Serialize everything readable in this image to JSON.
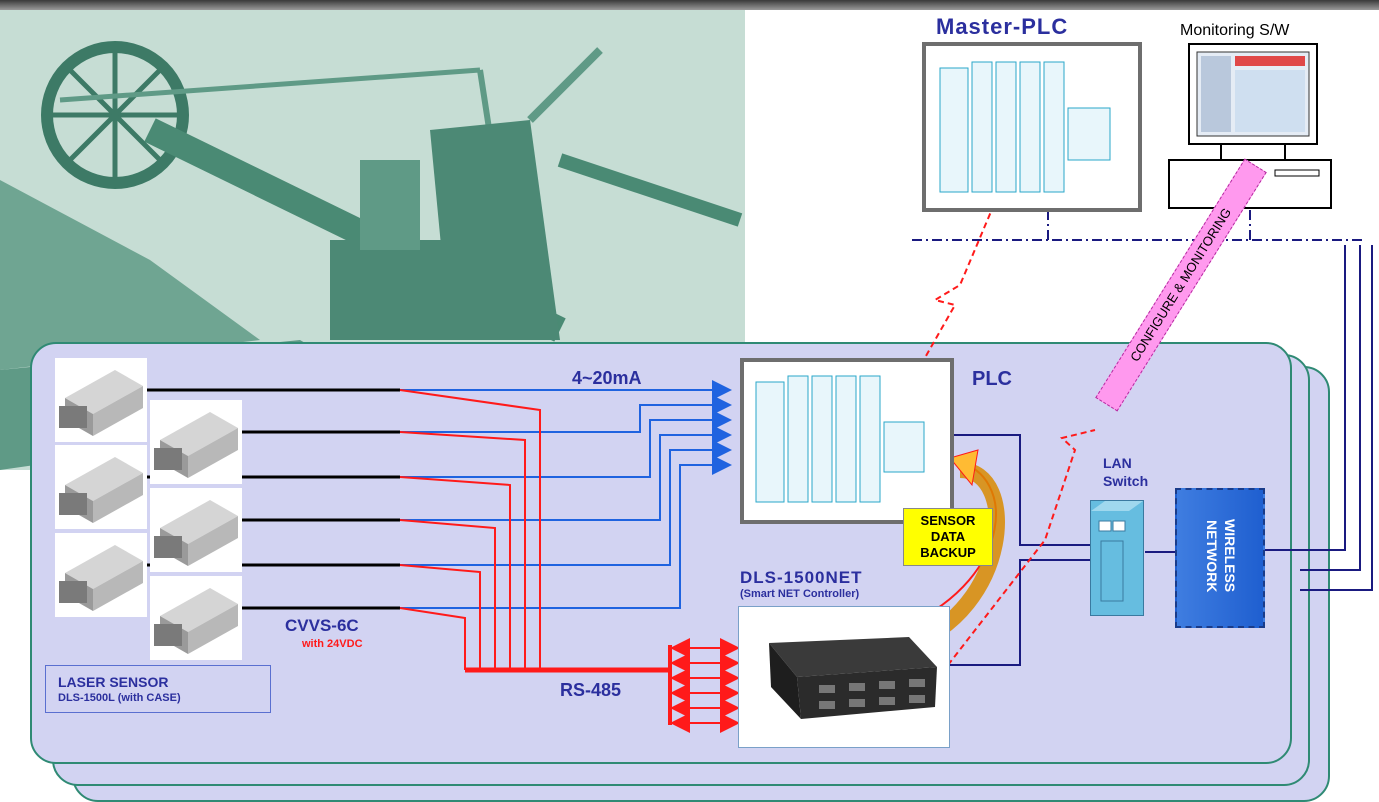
{
  "labels": {
    "master_plc": "Master-PLC",
    "monitoring_sw": "Monitoring S/W",
    "plc": "PLC",
    "signal_current": "4~20mA",
    "cable": "CVVS-6C",
    "cable_power": "with 24VDC",
    "rs485": "RS-485",
    "controller_name": "DLS-1500NET",
    "controller_desc": "(Smart NET Controller)",
    "sensor_backup": [
      "SENSOR",
      "DATA",
      "BACKUP"
    ],
    "lan_switch": [
      "LAN",
      "Switch"
    ],
    "wireless_network": [
      "WIRELESS",
      "NETWORK"
    ],
    "configure_monitoring": "CONFIGURE & MONITORING",
    "legend_title": "LASER SENSOR",
    "legend_model": "DLS-1500L (with CASE)"
  },
  "colors": {
    "panel_fill": "#d2d3f2",
    "panel_border": "#2f8a74",
    "analog_line": "#1f63e0",
    "rs485_line": "#ff1a1a",
    "network_line": "#1a1a80",
    "title_blue": "#2b2f9e"
  },
  "icons": [
    "laser-sensor-icon",
    "plc-rack-icon",
    "monitor-pc-icon",
    "controller-box-icon",
    "lan-switch-icon"
  ]
}
